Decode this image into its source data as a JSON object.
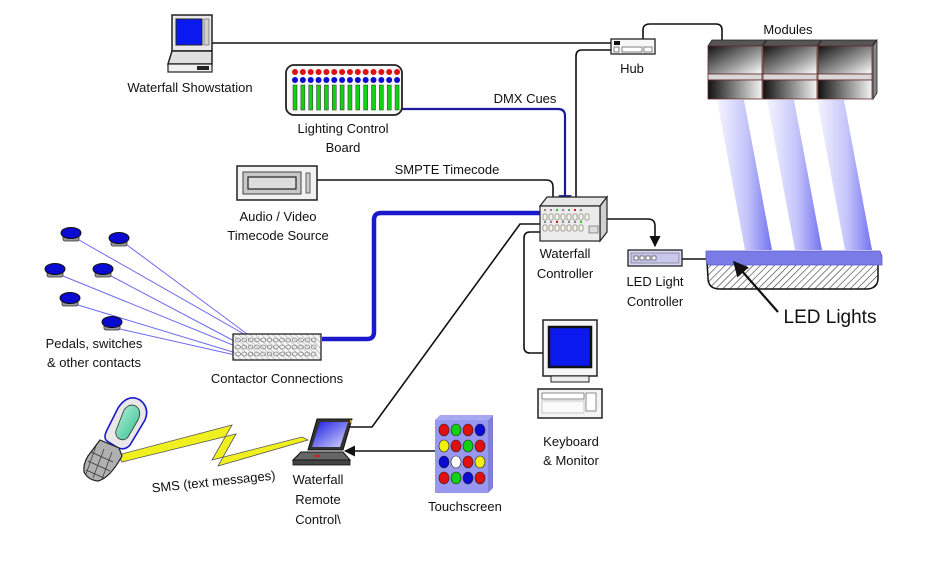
{
  "title": "Waterfall system connection diagram",
  "nodes": {
    "showstation": {
      "label": "Waterfall Showstation"
    },
    "lighting_board": {
      "label_lines": [
        "Lighting Control",
        "Board"
      ],
      "channels": 14
    },
    "av_source": {
      "label_lines": [
        "Audio / Video",
        "Timecode Source"
      ]
    },
    "contacts": {
      "label_lines": [
        "Pedals, switches",
        "& other contacts"
      ],
      "count": 6
    },
    "contactor": {
      "label": "Contactor Connections"
    },
    "hub": {
      "label": "Hub"
    },
    "modules": {
      "label": "Modules",
      "count": 3
    },
    "controller": {
      "label_lines": [
        "Waterfall",
        "Controller"
      ]
    },
    "led_controller": {
      "label_lines": [
        "LED Light",
        "Controller"
      ]
    },
    "led_lights": {
      "label": "LED Lights"
    },
    "keyboard_monitor": {
      "label_lines": [
        "Keyboard",
        "& Monitor"
      ]
    },
    "remote_control": {
      "label_lines": [
        "Waterfall",
        "Remote",
        "Control\\"
      ]
    },
    "touchscreen": {
      "label": "Touchscreen",
      "buttons": [
        [
          "red",
          "green",
          "red",
          "blue"
        ],
        [
          "yellow",
          "red",
          "green",
          "red"
        ],
        [
          "blue",
          "white",
          "red",
          "yellow"
        ],
        [
          "red",
          "green",
          "blue",
          "red"
        ]
      ]
    },
    "phone": {
      "label": ""
    }
  },
  "connections": {
    "dmx": {
      "label": "DMX Cues"
    },
    "smpte": {
      "label": "SMPTE Timecode"
    },
    "sms": {
      "label": "SMS (text messages)"
    }
  },
  "colors": {
    "blue_cable": "#1a1acc",
    "dmx_cable": "#1a1a9a",
    "screen_blue": "#0a1aee",
    "beam": "#8a8af5",
    "led_strip": "#7b7be8",
    "red": "#e01010",
    "green": "#12d012",
    "blue": "#0a0ad0",
    "yellow": "#f0f010",
    "white": "#ffffff"
  }
}
